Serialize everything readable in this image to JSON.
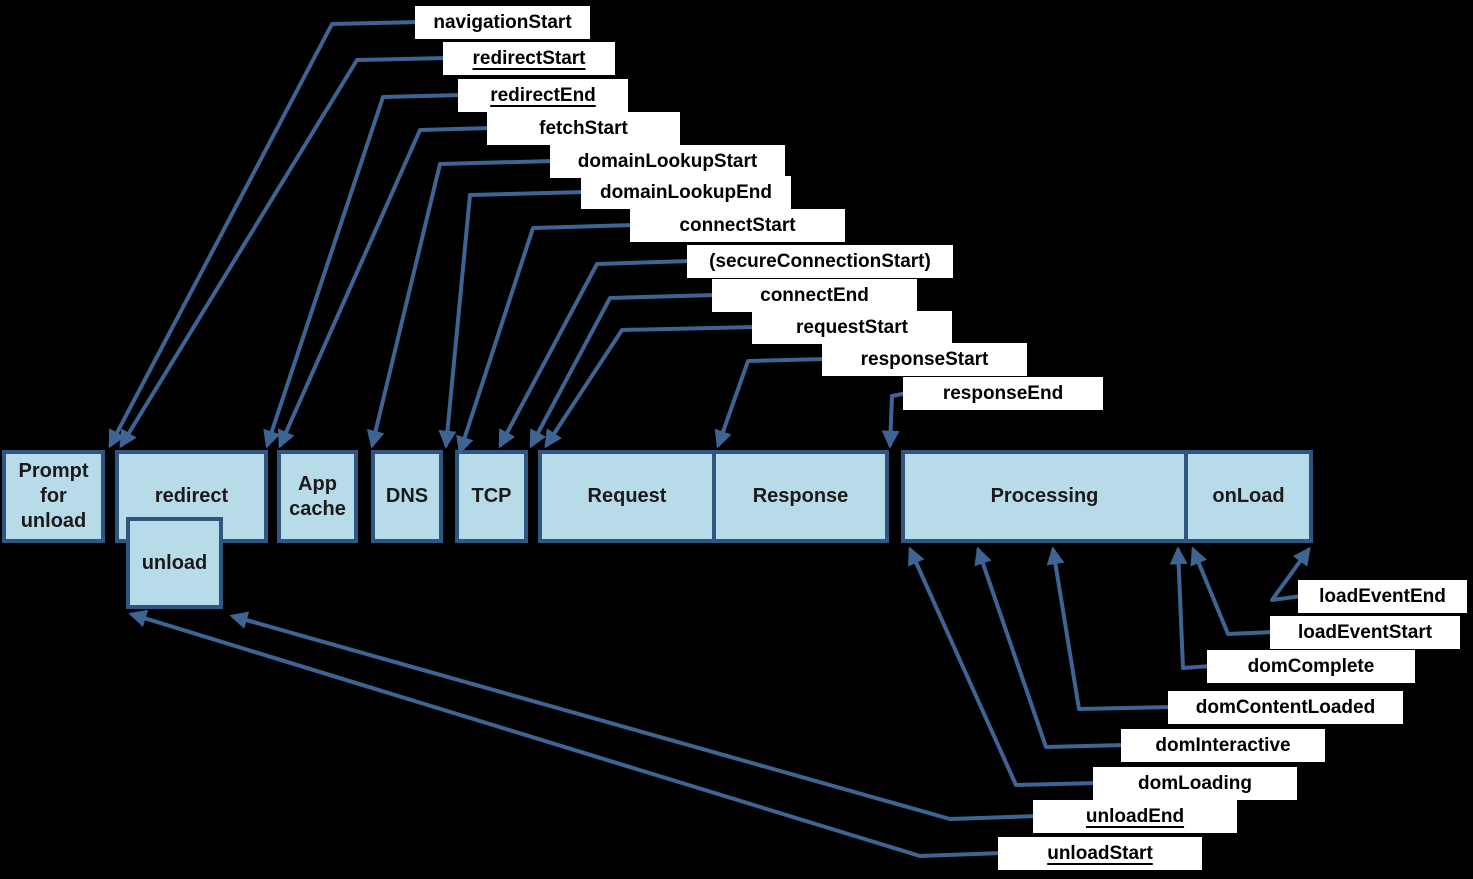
{
  "colors": {
    "background": "#000000",
    "box_fill": "#B7DBE8",
    "box_border": "#2F567E",
    "line": "#3D6493",
    "label_bg": "#FFFFFF",
    "label_text": "#000000",
    "box_text": "#1A1A1A"
  },
  "timeline": {
    "phases": [
      {
        "id": "prompt-for-unload",
        "label": "Prompt for unload"
      },
      {
        "id": "redirect",
        "label": "redirect"
      },
      {
        "id": "app-cache",
        "label": "App cache"
      },
      {
        "id": "dns",
        "label": "DNS"
      },
      {
        "id": "tcp",
        "label": "TCP"
      },
      {
        "id": "request",
        "label": "Request"
      },
      {
        "id": "response",
        "label": "Response"
      },
      {
        "id": "processing",
        "label": "Processing"
      },
      {
        "id": "onload",
        "label": "onLoad"
      },
      {
        "id": "unload",
        "label": "unload"
      }
    ]
  },
  "events": [
    {
      "id": "navigationStart",
      "text": "navigationStart",
      "underlined": false
    },
    {
      "id": "redirectStart",
      "text": "redirectStart",
      "underlined": true
    },
    {
      "id": "redirectEnd",
      "text": "redirectEnd",
      "underlined": true
    },
    {
      "id": "fetchStart",
      "text": "fetchStart",
      "underlined": false
    },
    {
      "id": "domainLookupStart",
      "text": "domainLookupStart",
      "underlined": false
    },
    {
      "id": "domainLookupEnd",
      "text": "domainLookupEnd",
      "underlined": false
    },
    {
      "id": "connectStart",
      "text": "connectStart",
      "underlined": false
    },
    {
      "id": "secureConnectionStart",
      "text": "(secureConnectionStart)",
      "underlined": false
    },
    {
      "id": "connectEnd",
      "text": "connectEnd",
      "underlined": false
    },
    {
      "id": "requestStart",
      "text": "requestStart",
      "underlined": false
    },
    {
      "id": "responseStart",
      "text": "responseStart",
      "underlined": false
    },
    {
      "id": "responseEnd",
      "text": "responseEnd",
      "underlined": false
    },
    {
      "id": "loadEventEnd",
      "text": "loadEventEnd",
      "underlined": false
    },
    {
      "id": "loadEventStart",
      "text": "loadEventStart",
      "underlined": false
    },
    {
      "id": "domComplete",
      "text": "domComplete",
      "underlined": false
    },
    {
      "id": "domContentLoaded",
      "text": "domContentLoaded",
      "underlined": false
    },
    {
      "id": "domInteractive",
      "text": "domInteractive",
      "underlined": false
    },
    {
      "id": "domLoading",
      "text": "domLoading",
      "underlined": false
    },
    {
      "id": "unloadEnd",
      "text": "unloadEnd",
      "underlined": true
    },
    {
      "id": "unloadStart",
      "text": "unloadStart",
      "underlined": true
    }
  ]
}
